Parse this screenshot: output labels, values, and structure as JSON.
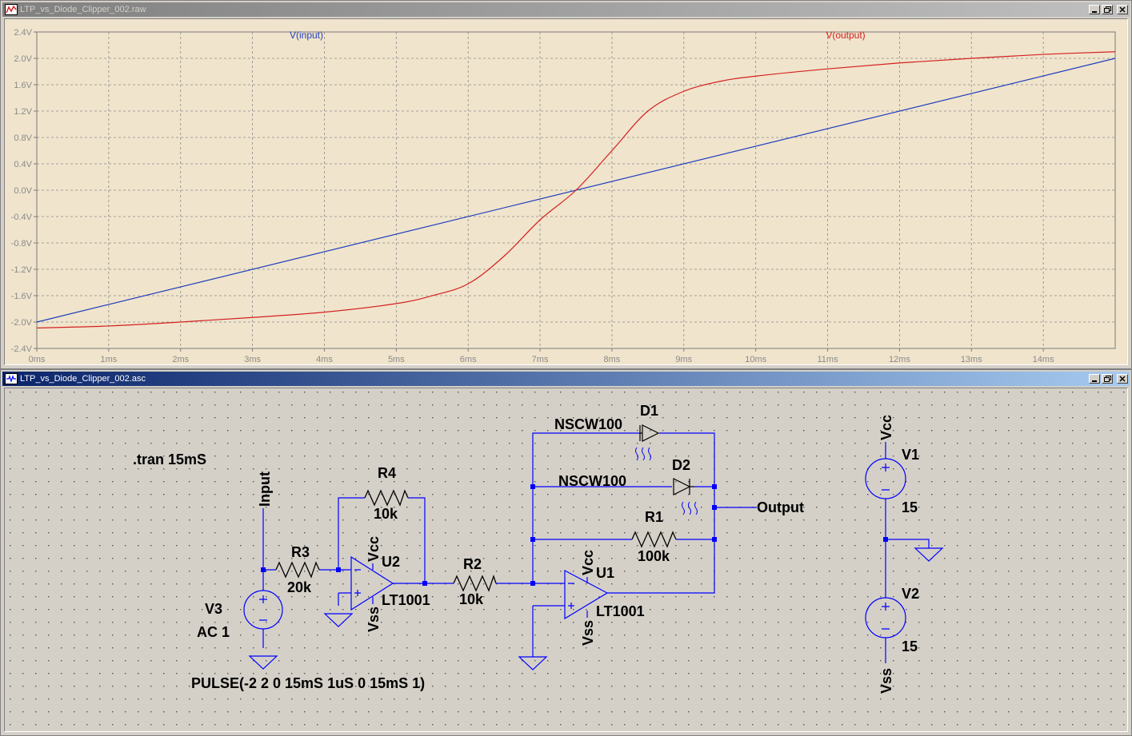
{
  "plot_window": {
    "title": "LTP_vs_Diode_Clipper_002.raw",
    "controls": [
      "minimize",
      "restore",
      "close"
    ]
  },
  "schematic_window": {
    "title": "LTP_vs_Diode_Clipper_002.asc",
    "controls": [
      "minimize",
      "restore",
      "close"
    ]
  },
  "colors": {
    "plot_background": "#f0e4cc",
    "schematic_background": "#d4d0c8",
    "wire": "#0000ff",
    "trace_input": "#1f3fbf",
    "trace_output": "#d42020"
  },
  "chart_data": {
    "type": "line",
    "title": "",
    "xlabel": "",
    "ylabel": "",
    "xlim": [
      0,
      15
    ],
    "ylim": [
      -2.4,
      2.4
    ],
    "grid": true,
    "legend_placement": "top",
    "x_ticks": [
      "0ms",
      "1ms",
      "2ms",
      "3ms",
      "4ms",
      "5ms",
      "6ms",
      "7ms",
      "8ms",
      "9ms",
      "10ms",
      "11ms",
      "12ms",
      "13ms",
      "14ms"
    ],
    "y_ticks": [
      "2.4V",
      "2.0V",
      "1.6V",
      "1.2V",
      "0.8V",
      "0.4V",
      "0.0V",
      "-0.4V",
      "-0.8V",
      "-1.2V",
      "-1.6V",
      "-2.0V",
      "-2.4V"
    ],
    "x_unit": "ms",
    "series": [
      {
        "name": "V(input)",
        "color": "#1f3fbf",
        "x": [
          0,
          15
        ],
        "y": [
          -2.0,
          2.0
        ]
      },
      {
        "name": "V(output)",
        "color": "#d42020",
        "x": [
          0,
          1,
          2,
          3,
          4,
          5,
          5.5,
          6,
          6.5,
          7,
          7.5,
          8,
          8.5,
          9,
          9.5,
          10,
          11,
          12,
          13,
          14,
          15
        ],
        "y": [
          -2.09,
          -2.06,
          -2.0,
          -1.93,
          -1.85,
          -1.72,
          -1.6,
          -1.42,
          -1.0,
          -0.45,
          0.0,
          0.6,
          1.2,
          1.5,
          1.65,
          1.73,
          1.84,
          1.93,
          2.0,
          2.06,
          2.1
        ]
      }
    ]
  },
  "schematic": {
    "directive": ".tran 15mS",
    "components": {
      "V3": {
        "name": "V3",
        "value": "AC 1",
        "spec": "PULSE(-2 2 0 15mS 1uS 0 15mS 1)"
      },
      "R3": {
        "name": "R3",
        "value": "20k"
      },
      "R4": {
        "name": "R4",
        "value": "10k"
      },
      "U2": {
        "name": "U2",
        "model": "LT1001",
        "vcc": "Vcc",
        "vss": "Vss"
      },
      "R2": {
        "name": "R2",
        "value": "10k"
      },
      "U1": {
        "name": "U1",
        "model": "LT1001",
        "vcc": "Vcc",
        "vss": "Vss"
      },
      "R1": {
        "name": "R1",
        "value": "100k"
      },
      "D1": {
        "name": "D1",
        "model": "NSCW100"
      },
      "D2": {
        "name": "D2",
        "model": "NSCW100"
      },
      "V1": {
        "name": "V1",
        "value": "15"
      },
      "V2": {
        "name": "V2",
        "value": "15"
      }
    },
    "net_labels": {
      "input": "Input",
      "output": "Output",
      "vcc": "Vcc",
      "vss": "Vss"
    }
  }
}
